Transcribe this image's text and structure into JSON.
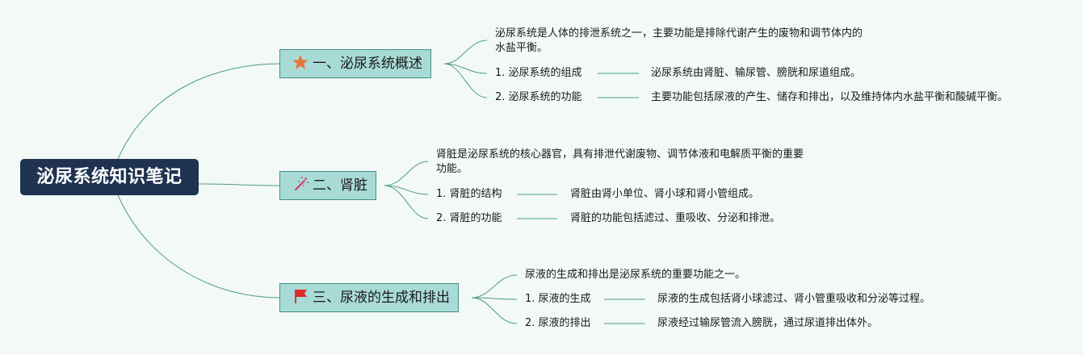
{
  "root": {
    "title": "泌尿系统知识笔记"
  },
  "branches": [
    {
      "label": "一、泌尿系统概述",
      "icon": "star-icon",
      "description_lines": [
        "泌尿系统是人体的排泄系统之一，主要功能是排除代谢产生的废物和调节体内的",
        "水盐平衡。"
      ],
      "items": [
        {
          "label": "1. 泌尿系统的组成",
          "detail": "泌尿系统由肾脏、输尿管、膀胱和尿道组成。"
        },
        {
          "label": "2. 泌尿系统的功能",
          "detail": "主要功能包括尿液的产生、储存和排出，以及维持体内水盐平衡和酸碱平衡。"
        }
      ]
    },
    {
      "label": "二、肾脏",
      "icon": "magic-wand-icon",
      "description_lines": [
        "肾脏是泌尿系统的核心器官，具有排泄代谢废物、调节体液和电解质平衡的重要",
        "功能。"
      ],
      "items": [
        {
          "label": "1. 肾脏的结构",
          "detail": "肾脏由肾小单位、肾小球和肾小管组成。"
        },
        {
          "label": "2. 肾脏的功能",
          "detail": "肾脏的功能包括滤过、重吸收、分泌和排泄。"
        }
      ]
    },
    {
      "label": "三、尿液的生成和排出",
      "icon": "red-flag-icon",
      "description_lines": [
        "尿液的生成和排出是泌尿系统的重要功能之一。"
      ],
      "items": [
        {
          "label": "1. 尿液的生成",
          "detail": "尿液的生成包括肾小球滤过、肾小管重吸收和分泌等过程。"
        },
        {
          "label": "2. 尿液的排出",
          "detail": "尿液经过输尿管流入膀胱，通过尿道排出体外。"
        }
      ]
    }
  ],
  "colors": {
    "background": "#f2f9f6",
    "root_fill": "#1f3350",
    "branch_fill": "#a9dbd6",
    "branch_border": "#3f8f86",
    "connector": "#4f9a8c"
  }
}
